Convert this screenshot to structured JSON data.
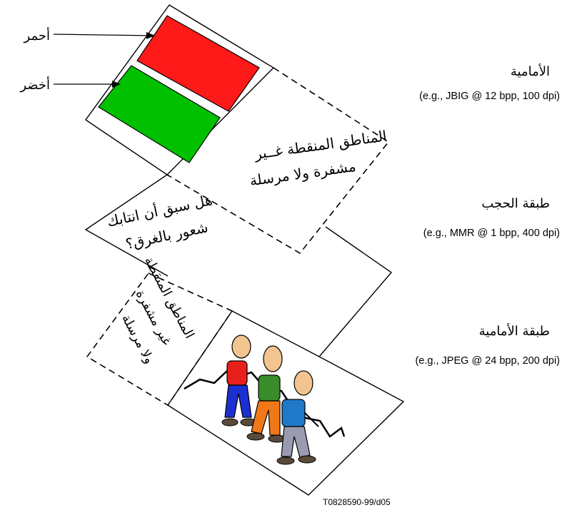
{
  "colors": {
    "red": "#ff1a1a",
    "green": "#00c000",
    "shirt_red": "#e8201c",
    "shirt_green": "#3a8c2a",
    "shirt_blue": "#1f78c8",
    "pants_blue": "#1c2fd0",
    "pants_orange": "#f07818",
    "pants_grey": "#9a9ab0",
    "skin": "#f2c48f"
  },
  "labels": {
    "red": "أحمر",
    "green": "أخضر"
  },
  "layers": {
    "foreground": {
      "title": "الأمامية",
      "spec": "(e.g., JBIG @ 12 bpp, 100 dpi)"
    },
    "mask": {
      "title": "طبقة الحجب",
      "spec": "(e.g., MMR @ 1 bpp, 400 dpi)"
    },
    "background": {
      "title": "طبقة الأمامية",
      "spec": "(e.g., JPEG @ 24 bpp, 200 dpi)"
    }
  },
  "notes": {
    "dotted_top": [
      "المناطق المنقطة غــير",
      "مشفرة ولا مرسلة"
    ],
    "mask_text": [
      "هل سبق أن انتابك",
      "شعور بالغرق؟"
    ],
    "dotted_bottom": [
      "المناطق المنقطة",
      "غير مشفرة",
      "ولا مرسلة"
    ]
  },
  "figure_id": "T0828590-99/d05",
  "icons": [
    "arrow-right",
    "cartoon-figures",
    "crack-line"
  ]
}
